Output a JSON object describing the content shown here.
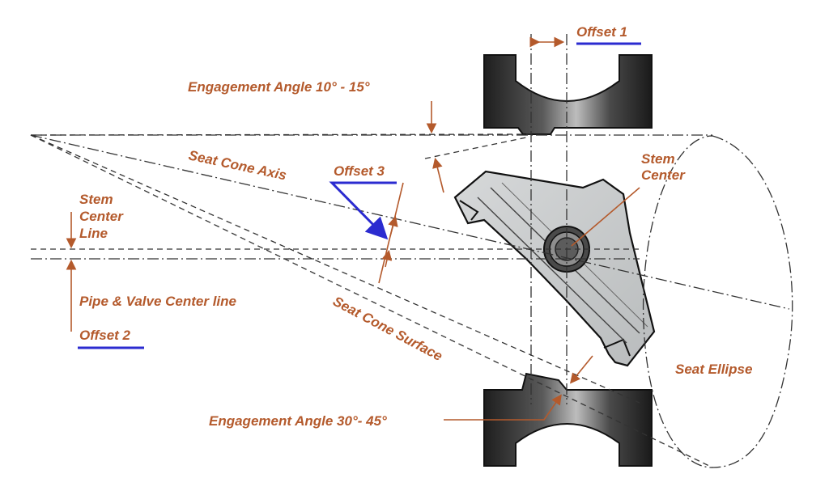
{
  "labels": {
    "offset1": "Offset 1",
    "engagement_top": "Engagement Angle 10° - 15°",
    "seat_cone_axis": "Seat Cone Axis",
    "offset3": "Offset 3",
    "stem_center_1": "Stem",
    "stem_center_2": "Center",
    "stem_center_line_1": "Stem",
    "stem_center_line_2": "Center",
    "stem_center_line_3": "Line",
    "pipe_valve": "Pipe & Valve Center line",
    "offset2": "Offset 2",
    "seat_cone_surface": "Seat Cone Surface",
    "seat_ellipse": "Seat Ellipse",
    "engagement_bottom": "Engagement Angle 30°- 45°"
  },
  "colors": {
    "label": "#b45a2c",
    "offset_underline": "#2b2bd0",
    "centerline": "#333333",
    "disc": "#c9cbcc",
    "seat": "#3a3a3a"
  }
}
